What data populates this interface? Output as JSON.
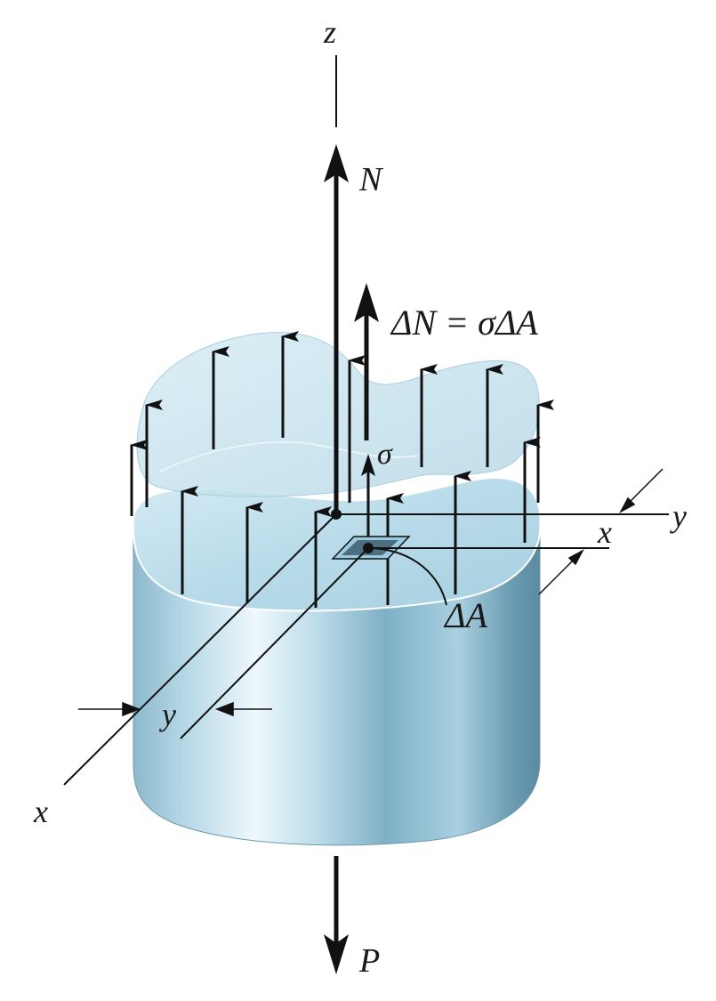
{
  "labels": {
    "z_axis": "z",
    "normal_force": "N",
    "delta_n_eq": "ΔN = σΔA",
    "sigma": "σ",
    "y_axis_right": "y",
    "x_axis_right": "x",
    "delta_a": "ΔA",
    "y_offset": "y",
    "x_axis_left": "x",
    "applied_load": "P"
  },
  "colors": {
    "body_light": "#dff0f7",
    "body_mid": "#9fcadd",
    "body_dark": "#5f93ab",
    "top_face": "#b9dcea",
    "stress_plane": "#c6e1ec",
    "line": "#111111"
  }
}
